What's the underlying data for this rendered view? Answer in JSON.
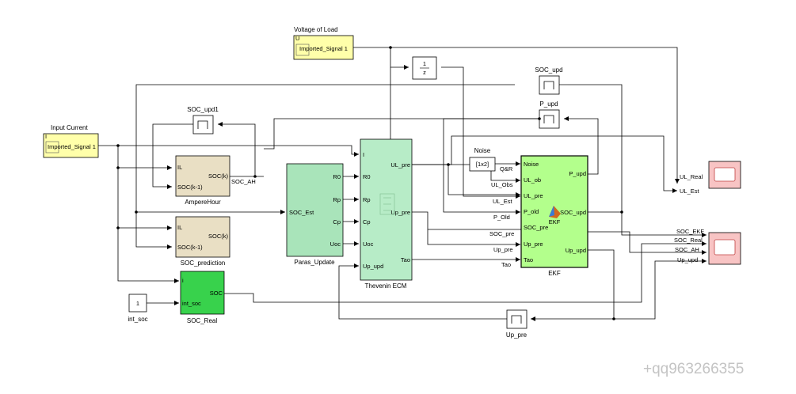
{
  "colors": {
    "source_fill": "#ffffaa",
    "ah_fill": "#e9dfc4",
    "paras_fill": "#a9e4ba",
    "thevenin_fill": "#b7ecc7",
    "ekf_fill": "#b3ff8c",
    "socreal_fill": "#38d24c",
    "scope_fill": "#f8c4c4",
    "wire": "#000000"
  },
  "blocks": {
    "voltage_of_load": {
      "label": "Voltage of Load",
      "port": "U",
      "content": "Imported_Signal 1"
    },
    "input_current": {
      "label": "Input Current",
      "port": "I",
      "content": "Imported_Signal 1"
    },
    "unit_delay": {
      "num": "1",
      "den": "z"
    },
    "soc_upd1": {
      "label": "SOC_upd1"
    },
    "soc_upd": {
      "label": "SOC_upd"
    },
    "p_upd": {
      "label": "P_upd"
    },
    "up_pre_mem": {
      "label": "Up_pre"
    },
    "ampere_hour": {
      "label": "AmpereHour",
      "in1": "IL",
      "in2": "SOC(k-1)",
      "out1": "SOC(k)"
    },
    "soc_prediction": {
      "label": "SOC_prediction",
      "in1": "IL",
      "in2": "SOC(k-1)",
      "out1": "SOC(k)"
    },
    "soc_real": {
      "label": "SOC_Real",
      "in1": "i",
      "in2": "int_soc",
      "out1": "SOC"
    },
    "int_soc": {
      "label": "int_soc",
      "value": "1"
    },
    "paras_update": {
      "label": "Paras_Update",
      "in1": "SOC_Est",
      "out1": "R0",
      "out2": "Rp",
      "out3": "Cp",
      "out4": "Uoc"
    },
    "thevenin": {
      "label": "Thevenin ECM",
      "in1": "I",
      "in2": "R0",
      "in3": "Rp",
      "in4": "Cp",
      "in5": "Uoc",
      "in6": "Up_upd",
      "out1": "UL_pre",
      "out2": "Up_pre",
      "out3": "Tao"
    },
    "noise": {
      "label": "Noise",
      "value": "[1x2]"
    },
    "ekf": {
      "label": "EKF",
      "icon_label": "EKF",
      "in1": "Noise",
      "in2": "UL_ob",
      "in3": "UL_pre",
      "in4": "P_old",
      "in5": "SOC_pre",
      "in6": "Up_pre",
      "in7": "Tao",
      "out1": "P_upd",
      "out2": "SOC_upd",
      "out3": "Up_upd"
    }
  },
  "signals": {
    "soc_ah": "SOC_AH",
    "q_r": "Q&R",
    "ul_obs": "UL_Obs",
    "ul_est": "UL_Est",
    "p_old": "P_Old",
    "soc_pre": "SOC_pre",
    "up_pre": "Up_pre",
    "tao": "Tao",
    "ul_real": "UL_Real",
    "ul_est2": "UL_Est",
    "soc_ekf": "SOC_EKF",
    "soc_real": "SOC_Real",
    "soc_ah2": "SOC_AH",
    "up_upd": "Up_upd"
  },
  "watermark": "+qq963266355"
}
